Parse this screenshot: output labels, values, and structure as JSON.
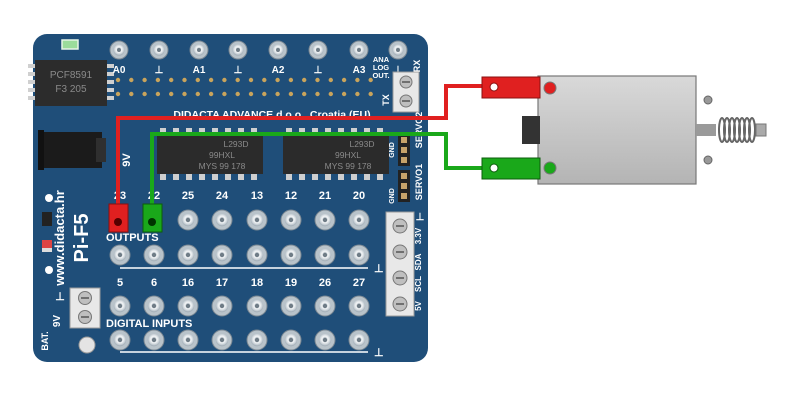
{
  "board": {
    "brand": "Pi-F5",
    "website": "www.didacta.hr",
    "company": "DIDACTA  ADVANCE d.o.o., Croatia (EU)",
    "chip_left": {
      "line1": "PCF8591",
      "line2": "F3 205"
    },
    "driver_chip_1": {
      "line1": "L293D",
      "line2": "99HXL",
      "line3": "MYS  99 178"
    },
    "driver_chip_2": {
      "line1": "L293D",
      "line2": "99HXL",
      "line3": "MYS  99 178"
    },
    "analog_labels": [
      "A0",
      "⊥",
      "A1",
      "⊥",
      "A2",
      "⊥",
      "A3",
      "ANA",
      "LOG",
      "OUT.",
      "⊥"
    ],
    "rx_label": "RX",
    "tx_label": "TX",
    "output_pins_top": [
      "23",
      "22",
      "25",
      "24",
      "13",
      "12",
      "21",
      "20"
    ],
    "outputs_label": "OUTPUTS",
    "digital_pins": [
      "5",
      "6",
      "16",
      "17",
      "18",
      "19",
      "26",
      "27"
    ],
    "digital_inputs_label": "DIGITAL INPUTS",
    "ground_symbol": "⊥",
    "servo2_label": "SERVO2",
    "servo1_label": "SERVO1",
    "gnd_label": "GND",
    "nine_v_label": "9V",
    "battery_labels": {
      "ground": "⊥",
      "voltage": "9V",
      "bat": "BAT."
    },
    "i2c_labels": {
      "top": "⊥",
      "v33": "3.3V",
      "sda": "SDA",
      "scl": "SCL",
      "v5": "5V"
    }
  },
  "colors": {
    "board": "#1f4e79",
    "wire_red": "#e02020",
    "wire_green": "#1aa81a",
    "solenoid": "#c8c8c8"
  }
}
